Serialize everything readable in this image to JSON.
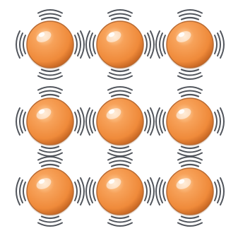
{
  "figure": {
    "kind": "lattice-vibration",
    "rows": 3,
    "columns": 3,
    "atom_count": 9,
    "atom_shape": "sphere",
    "wave_marks_per_side": 3,
    "colors": {
      "background": "#ffffff",
      "atom_light": "#ffd7a8",
      "atom_mid": "#f7a25a",
      "atom_base": "#ef8a3a",
      "atom_shadow": "#b95a1a",
      "atom_rim": "#b86a32",
      "vibration_mark": "#52565d"
    },
    "icons": [
      "sphere-atom-icon",
      "vibration-wave-icon"
    ]
  }
}
